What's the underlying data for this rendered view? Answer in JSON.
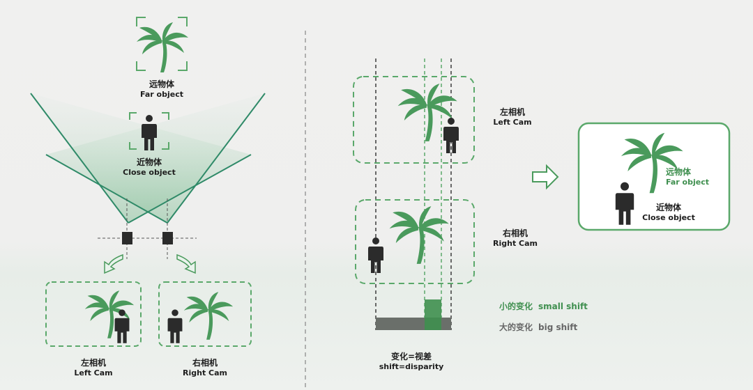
{
  "colors": {
    "palm": "#4a9a5c",
    "person": "#2b2b2b",
    "frame_green": "#5aa86a",
    "dashed_dark": "#3a3a3a",
    "fov_line": "#2f8a68",
    "legend_small": "#3f8f4f",
    "legend_big": "#666666",
    "background": "#efefee"
  },
  "icons": [
    "palm-tree-icon",
    "person-icon",
    "camera-icon",
    "curved-arrow-icon",
    "right-arrow-icon"
  ],
  "left_panel": {
    "far": {
      "zh": "远物体",
      "en": "Far object"
    },
    "close": {
      "zh": "近物体",
      "en": "Close object"
    },
    "left_cam": {
      "zh": "左相机",
      "en": "Left Cam"
    },
    "right_cam": {
      "zh": "右相机",
      "en": "Right Cam"
    }
  },
  "right_panel": {
    "left_cam": {
      "zh": "左相机",
      "en": "Left Cam"
    },
    "right_cam": {
      "zh": "右相机",
      "en": "Right Cam"
    },
    "small_shift": {
      "zh": "小的变化",
      "en": "small shift"
    },
    "big_shift": {
      "zh": "大的变化",
      "en": "big shift"
    },
    "shift": {
      "zh": "变化=视差",
      "en": "shift=disparity"
    },
    "result_far": {
      "zh": "远物体",
      "en": "Far object"
    },
    "result_close": {
      "zh": "近物体",
      "en": "Close object"
    }
  }
}
